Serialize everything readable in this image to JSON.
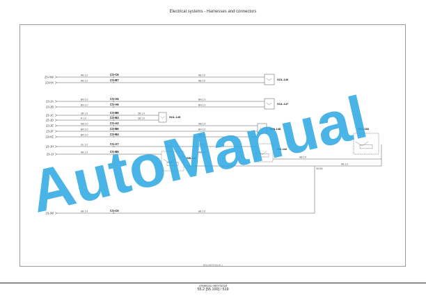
{
  "header": {
    "title": "Electrical systems - Harnesses and connectors"
  },
  "diagram": {
    "wires": [
      {
        "id": "23-HW",
        "left_label": "AB 1.0",
        "connector": "CS-C6",
        "right_label": "AB 1.0"
      },
      {
        "id": "23-HX",
        "left_label": "AB 1.0",
        "connector": "CS-B7",
        "right_label": "AB 1.0"
      },
      {
        "id": "23-JA",
        "left_label": "BN 1.0",
        "connector": "CS-A5",
        "right_label": "BN 1.0"
      },
      {
        "id": "23-JB",
        "left_label": "BN 1.0",
        "connector": "CS-A6",
        "right_label": "BN 1.0"
      },
      {
        "id": "23-JC",
        "left_label": "ZB 1.0",
        "connector": "CS-B6",
        "right_label": "ZB 1.0"
      },
      {
        "id": "23-JD",
        "left_label": "R 1.0",
        "connector": "CS-B3",
        "right_label": "ZB 1.0"
      },
      {
        "id": "23-JE",
        "left_label": "NB 1.0",
        "connector": "CS-A2",
        "right_label": "NB 1.0"
      },
      {
        "id": "23-JF",
        "left_label": "BN 1.0",
        "connector": "CS-B6",
        "right_label": "BN 1.0"
      },
      {
        "id": "23-KE",
        "left_label": "BN 1.0",
        "connector": "CS-B4",
        "right_label": "BN 1.0"
      },
      {
        "id": "23-JH",
        "left_label": "GL 1.0",
        "connector": "CS-A7",
        "right_label": "GL 1.0"
      },
      {
        "id": "23-JJ",
        "left_label": "AB 1.0",
        "connector": "CS-B5",
        "right_label": "AB 1.0"
      },
      {
        "id": "23-JM",
        "left_label": "AB 1.0",
        "connector": "CS-C5",
        "right_label": "AB 1.0"
      }
    ],
    "components": [
      {
        "id": "SOL-146"
      },
      {
        "id": "SOL-147"
      },
      {
        "id": "SOL-145"
      },
      {
        "id": "SEN-148"
      },
      {
        "id": "SW-142"
      },
      {
        "id": "SW-141"
      },
      {
        "id": "SEN-182"
      }
    ],
    "junction_label": "SK256",
    "misc_labels": {
      "ab1": "AB 1.0",
      "ab2": "AB 1.0"
    }
  },
  "drawing_code": "BSL0397010US 1",
  "footer": {
    "doc_id": "47660341 08/07/2016",
    "page": "55.2 [55.100] / 519"
  },
  "watermark": {
    "text": "AutoManual",
    "color": "#2aa7e3"
  }
}
